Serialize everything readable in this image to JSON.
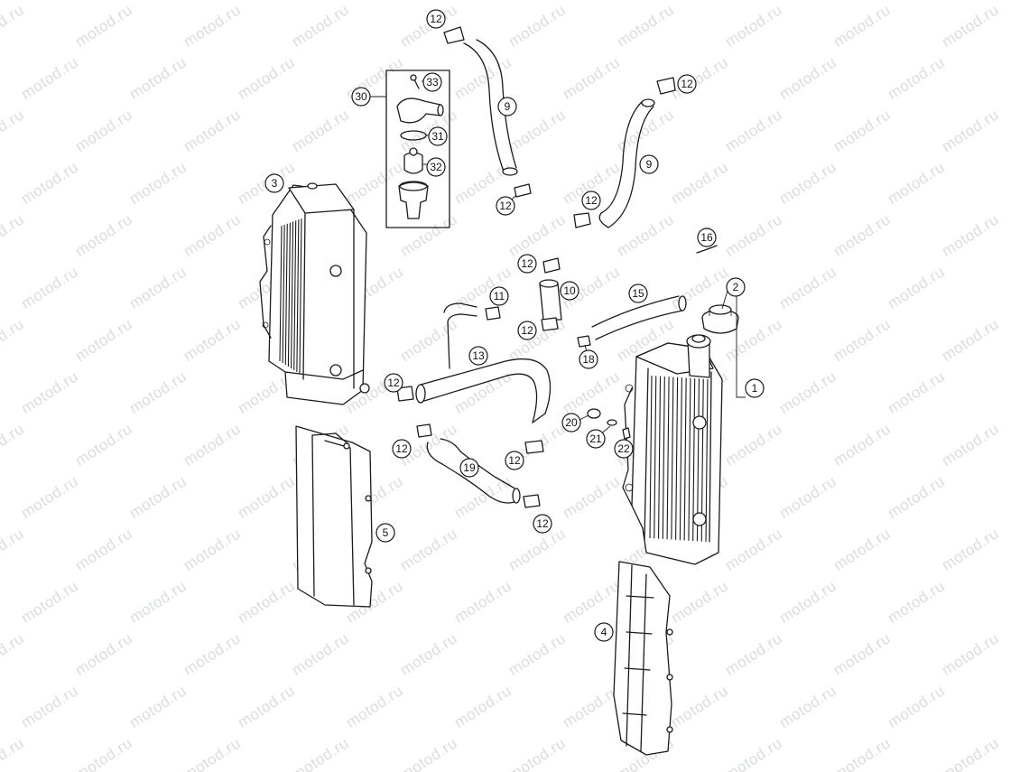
{
  "watermark": {
    "text": "motod.ru",
    "color": "#d9dde2"
  },
  "callouts": {
    "c1": "1",
    "c2": "2",
    "c3": "3",
    "c4": "4",
    "c5": "5",
    "c9a": "9",
    "c9b": "9",
    "c10": "10",
    "c11": "11",
    "c12a": "12",
    "c12b": "12",
    "c12c": "12",
    "c12d": "12",
    "c12e": "12",
    "c12f": "12",
    "c12g": "12",
    "c12h": "12",
    "c12i": "12",
    "c12j": "12",
    "c13": "13",
    "c15": "15",
    "c16": "16",
    "c18": "18",
    "c19": "19",
    "c20": "20",
    "c21": "21",
    "c22": "22",
    "c30": "30",
    "c31": "31",
    "c32": "32",
    "c33": "33"
  }
}
